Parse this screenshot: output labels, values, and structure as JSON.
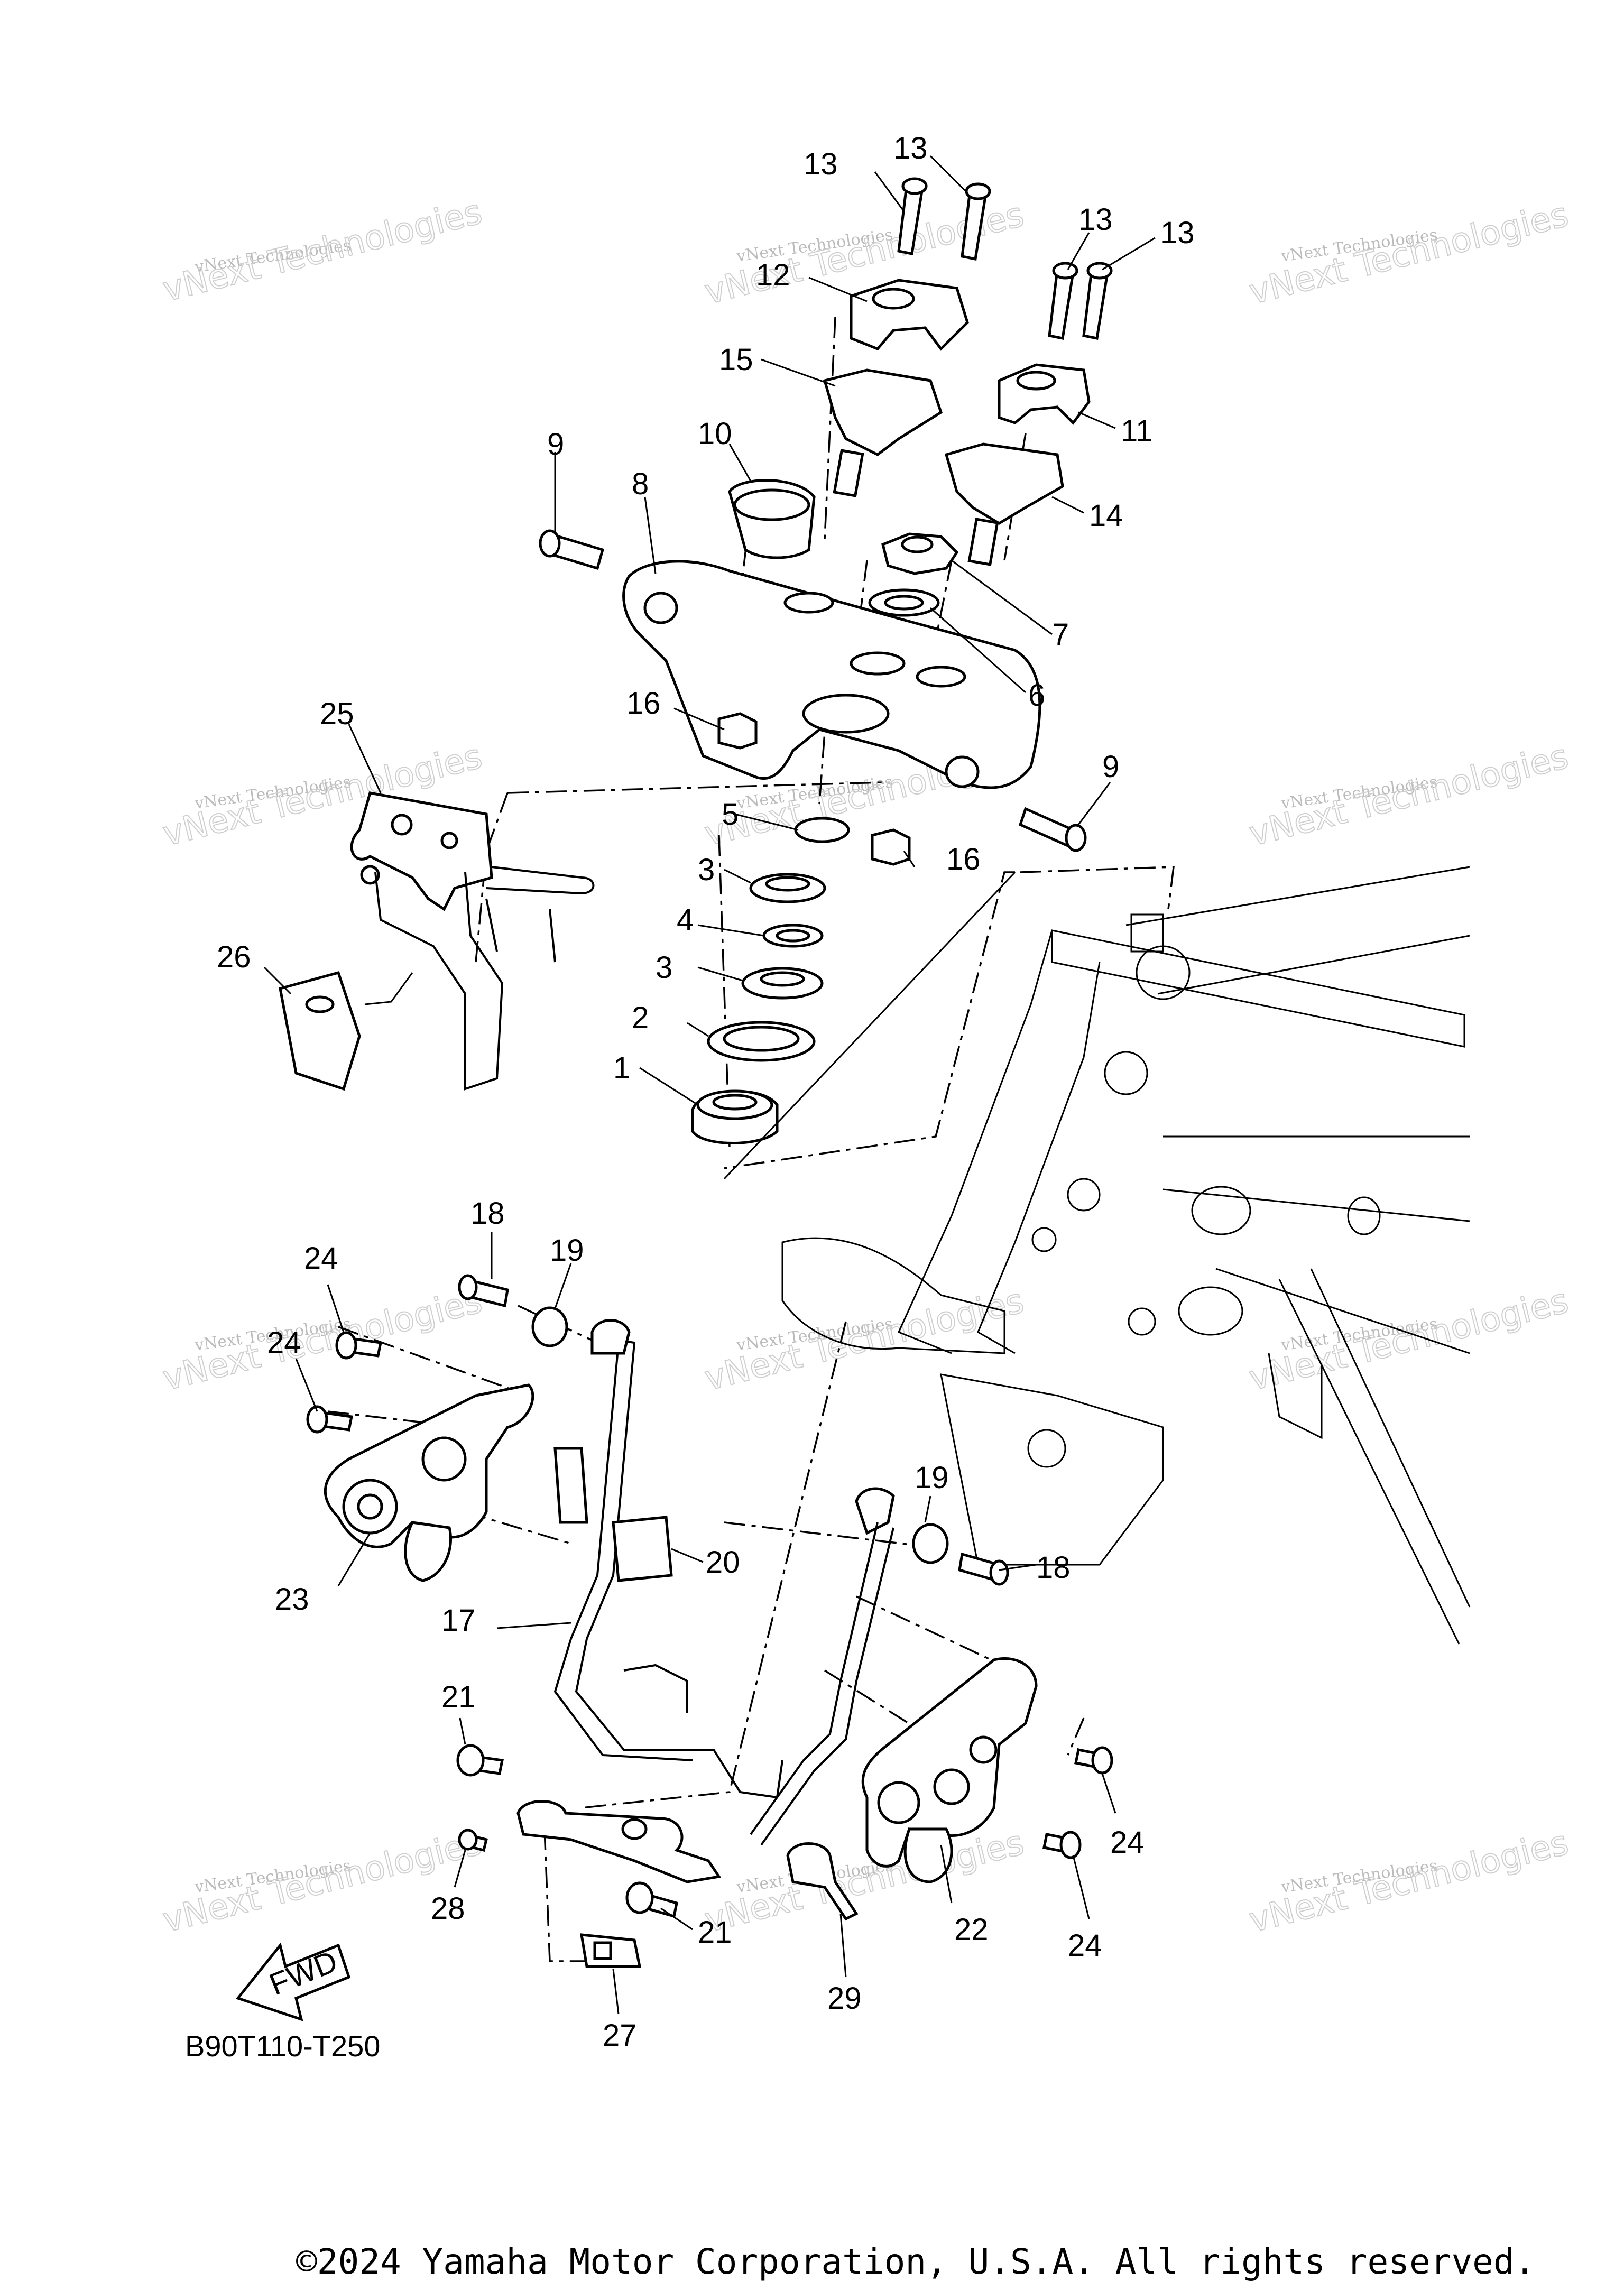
{
  "diagram": {
    "reference_code": "B90T110-T250",
    "fwd_label": "FWD",
    "copyright": "©2024 Yamaha Motor Corporation, U.S.A. All rights reserved.",
    "watermark": {
      "line1": "vNext Technologies",
      "line2": "vNext Technologies"
    },
    "callouts": {
      "c13a": "13",
      "c13b": "13",
      "c13c": "13",
      "c13d": "13",
      "c12": "12",
      "c15": "15",
      "c11": "11",
      "c14": "14",
      "c9a": "9",
      "c9b": "9",
      "c10": "10",
      "c8": "8",
      "c7": "7",
      "c6": "6",
      "c16a": "16",
      "c16b": "16",
      "c25": "25",
      "c26": "26",
      "c5": "5",
      "c3a": "3",
      "c3b": "3",
      "c4": "4",
      "c2": "2",
      "c1": "1",
      "c18a": "18",
      "c18b": "18",
      "c19a": "19",
      "c19b": "19",
      "c24a": "24",
      "c24b": "24",
      "c24c": "24",
      "c24d": "24",
      "c20": "20",
      "c23": "23",
      "c17": "17",
      "c21a": "21",
      "c21b": "21",
      "c22": "22",
      "c28": "28",
      "c27": "27",
      "c29": "29"
    }
  }
}
